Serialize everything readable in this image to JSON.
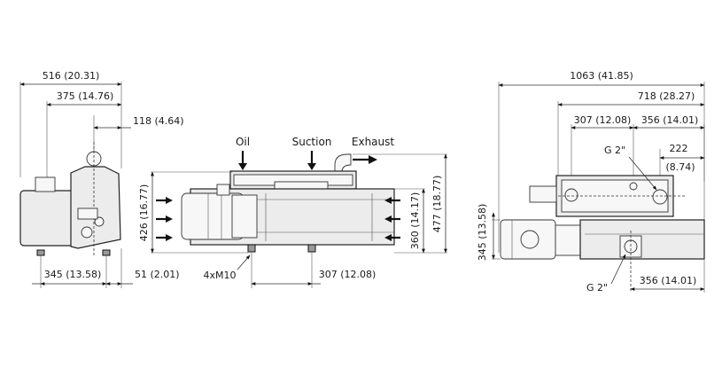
{
  "left_view": {
    "dim_overall_width": "516 (20.31)",
    "dim_motor_offset": "375 (14.76)",
    "dim_exhaust_offset": "118 (4.64)",
    "dim_foot_span": "345 (13.58)",
    "dim_foot_offset": "51 (2.01)"
  },
  "middle_view": {
    "label_oil": "Oil",
    "label_suction": "Suction",
    "label_exhaust": "Exhaust",
    "dim_height_left": "426 (16.77)",
    "dim_height_body": "360 (14.17)",
    "dim_height_total": "477 (18.77)",
    "label_bolts": "4xM10",
    "dim_foot_length": "307 (12.08)"
  },
  "right_view": {
    "dim_overall_length": "1063 (41.85)",
    "dim_pump_length": "718 (28.27)",
    "dim_port_spacing_a": "307 (12.08)",
    "dim_port_spacing_b": "356 (14.01)",
    "dim_port_offset": "222",
    "dim_port_offset_in": "(8.74)",
    "dim_width": "345 (13.58)",
    "label_port_top": "G 2\"",
    "label_port_bottom": "G 2\"",
    "dim_bottom_port": "356 (14.01)"
  },
  "colors": {
    "line": "#222222",
    "fill": "#ececec",
    "dark_fill": "#9a9a9a"
  }
}
